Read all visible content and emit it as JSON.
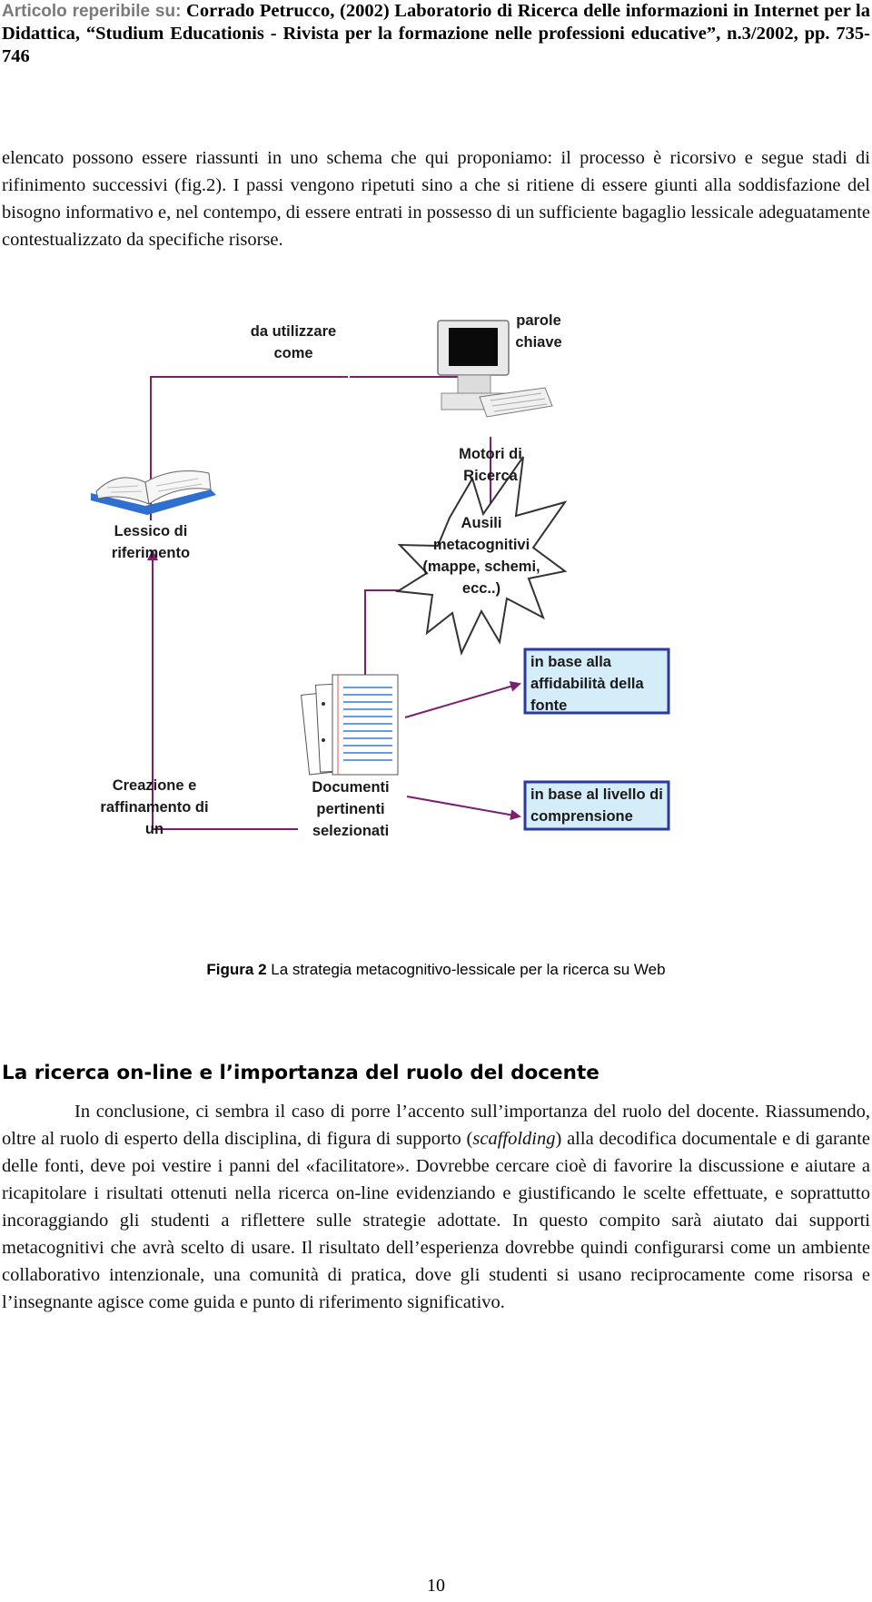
{
  "header": {
    "label": "Articolo reperibile su:",
    "citation": "Corrado Petrucco, (2002) Laboratorio di Ricerca delle informazioni in Internet per la Didattica, “Studium Educationis - Rivista per la formazione nelle professioni educative”, n.3/2002, pp. 735-746"
  },
  "paragraph1": "elencato possono essere riassunti in uno schema che qui proponiamo: il processo è ricorsivo e segue stadi di rifinimento successivi (fig.2). I passi vengono ripetuti sino a che si ritiene di essere giunti alla soddisfazione del bisogno informativo e, nel contempo, di essere entrati in possesso di un sufficiente bagaglio lessicale adeguatamente contestualizzato da specifiche risorse.",
  "figure": {
    "label_parole": "parole chiave",
    "label_usare": "da utilizzare come",
    "label_motori": "Motori di Ricerca",
    "label_lessico": "Lessico di riferimento",
    "label_ausili": "Ausili metacognitivi (mappe, schemi, ecc..)",
    "label_creazione": "Creazione e raffinamento di un",
    "label_documenti": "Documenti pertinenti selezionati",
    "box1": "in base alla affidabilità della fonte",
    "box2": "in base al livello di comprensione"
  },
  "caption": {
    "label": "Figura 2",
    "text": " La strategia metacognitivo-lessicale per la ricerca su Web"
  },
  "section": {
    "heading": "La ricerca on-line e l’importanza del ruolo del docente",
    "p_start": "In conclusione, ci sembra il caso di porre l’accento sull’importanza del ruolo del docente. Riassumendo, oltre al ruolo di esperto della disciplina, di figura di supporto (",
    "p_italic": "scaffolding",
    "p_end": ") alla decodifica documentale e di garante delle fonti, deve poi vestire i panni del «facilitatore». Dovrebbe cercare cioè di favorire la discussione e aiutare a ricapitolare i risultati ottenuti nella ricerca on-line evidenziando e giustificando le scelte effettuate, e soprattutto incoraggiando gli studenti a riflettere sulle strategie adottate. In questo compito sarà aiutato dai supporti metacognitivi che avrà scelto di usare. Il risultato dell’esperienza dovrebbe quindi configurarsi come un ambiente collaborativo intenzionale, una comunità di pratica, dove gli studenti si usano reciprocamente come risorsa e l’insegnante agisce come guida e punto di riferimento significativo."
  },
  "page_number": "10",
  "colors": {
    "arrow": "#7b1f6e",
    "box_fill": "#d5ecf9",
    "box_border": "#2b3a9e",
    "book_blue": "#2f6fd0"
  },
  "icons": [
    "computer-icon",
    "open-book-icon",
    "starburst-icon",
    "documents-icon"
  ]
}
